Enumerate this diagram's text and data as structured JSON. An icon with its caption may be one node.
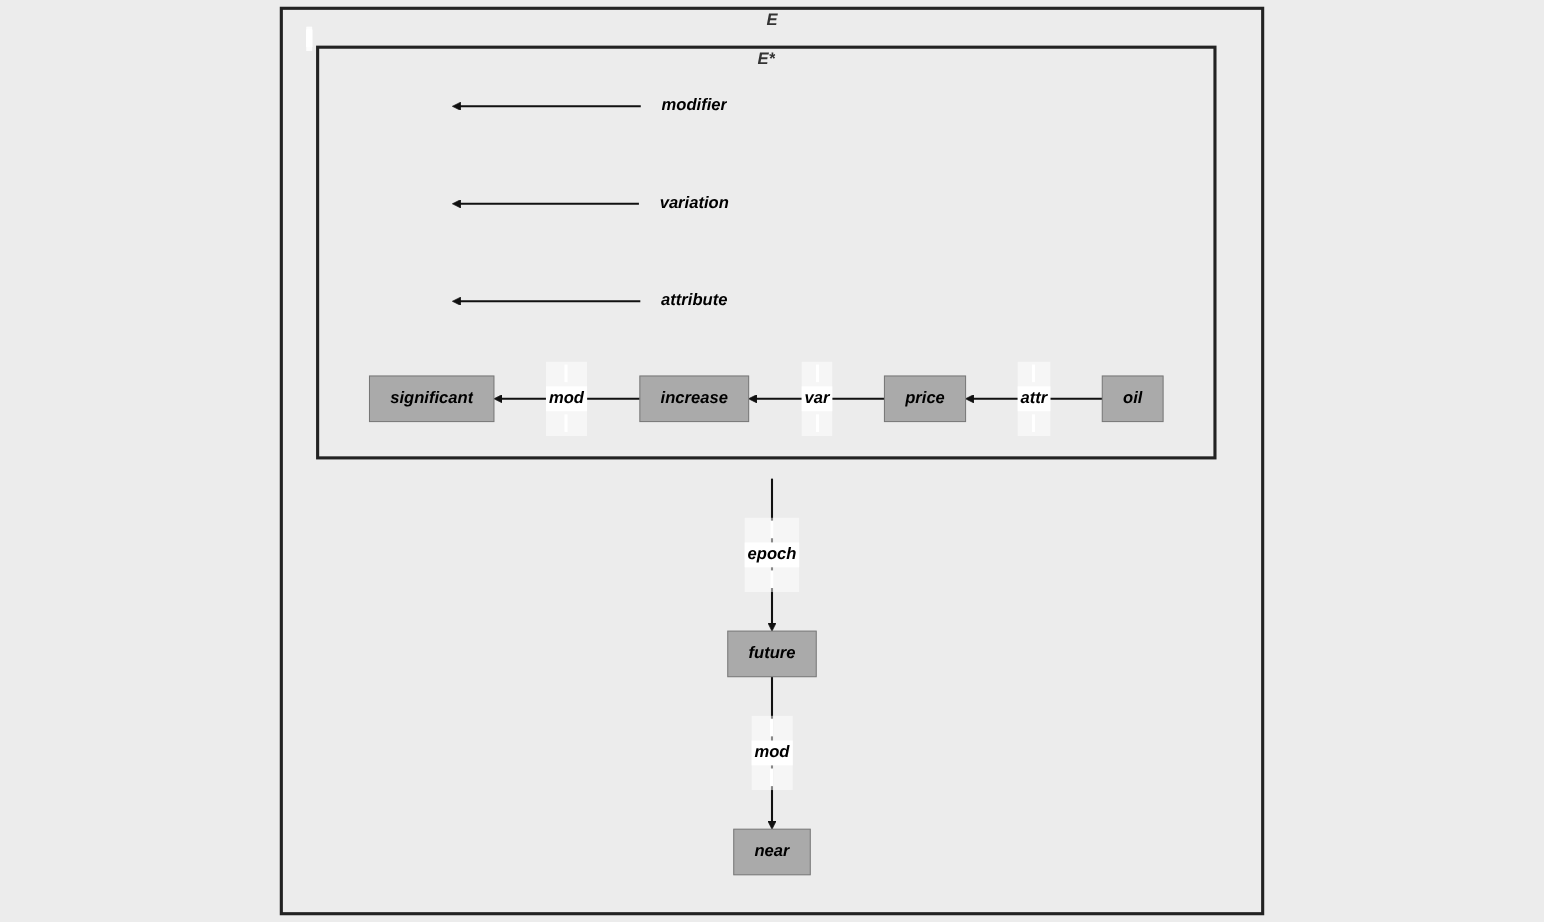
{
  "diagram": {
    "nodes": [
      {
        "text": [
          "E"
        ]
      },
      {
        "text": [
          "E*"
        ],
        "in": 0
      },
      {
        "text": [
          "modifier"
        ],
        "in": 1
      },
      {
        "text": [
          "variation"
        ],
        "in": 1
      },
      {
        "text": [
          "attribute"
        ],
        "in": 1
      },
      {
        "text": [
          "significant"
        ],
        "in": 1
      },
      {
        "text": [
          "increase"
        ],
        "in": 1
      },
      {
        "text": [
          "price"
        ],
        "in": 1
      },
      {
        "text": [
          "oil"
        ],
        "in": 1
      },
      {
        "text": [
          "future"
        ],
        "in": 0
      },
      {
        "text": [
          "near"
        ],
        "in": 0
      }
    ],
    "edges": [
      {
        "from": 2,
        "to": null,
        "arrow": "to"
      },
      {
        "from": 3,
        "to": null,
        "arrow": "to"
      },
      {
        "from": 4,
        "to": null,
        "arrow": "to"
      },
      {
        "from": 8,
        "to": 7,
        "arrow": "to",
        "label": "attr"
      },
      {
        "from": 7,
        "to": 6,
        "arrow": "to",
        "label": "var"
      },
      {
        "from": 6,
        "to": 5,
        "arrow": "to",
        "label": "mod"
      },
      {
        "from": 1,
        "to": 9,
        "arrow": "to",
        "label": "epoch"
      },
      {
        "from": 9,
        "to": 10,
        "arrow": "to",
        "label": "mod"
      }
    ]
  }
}
